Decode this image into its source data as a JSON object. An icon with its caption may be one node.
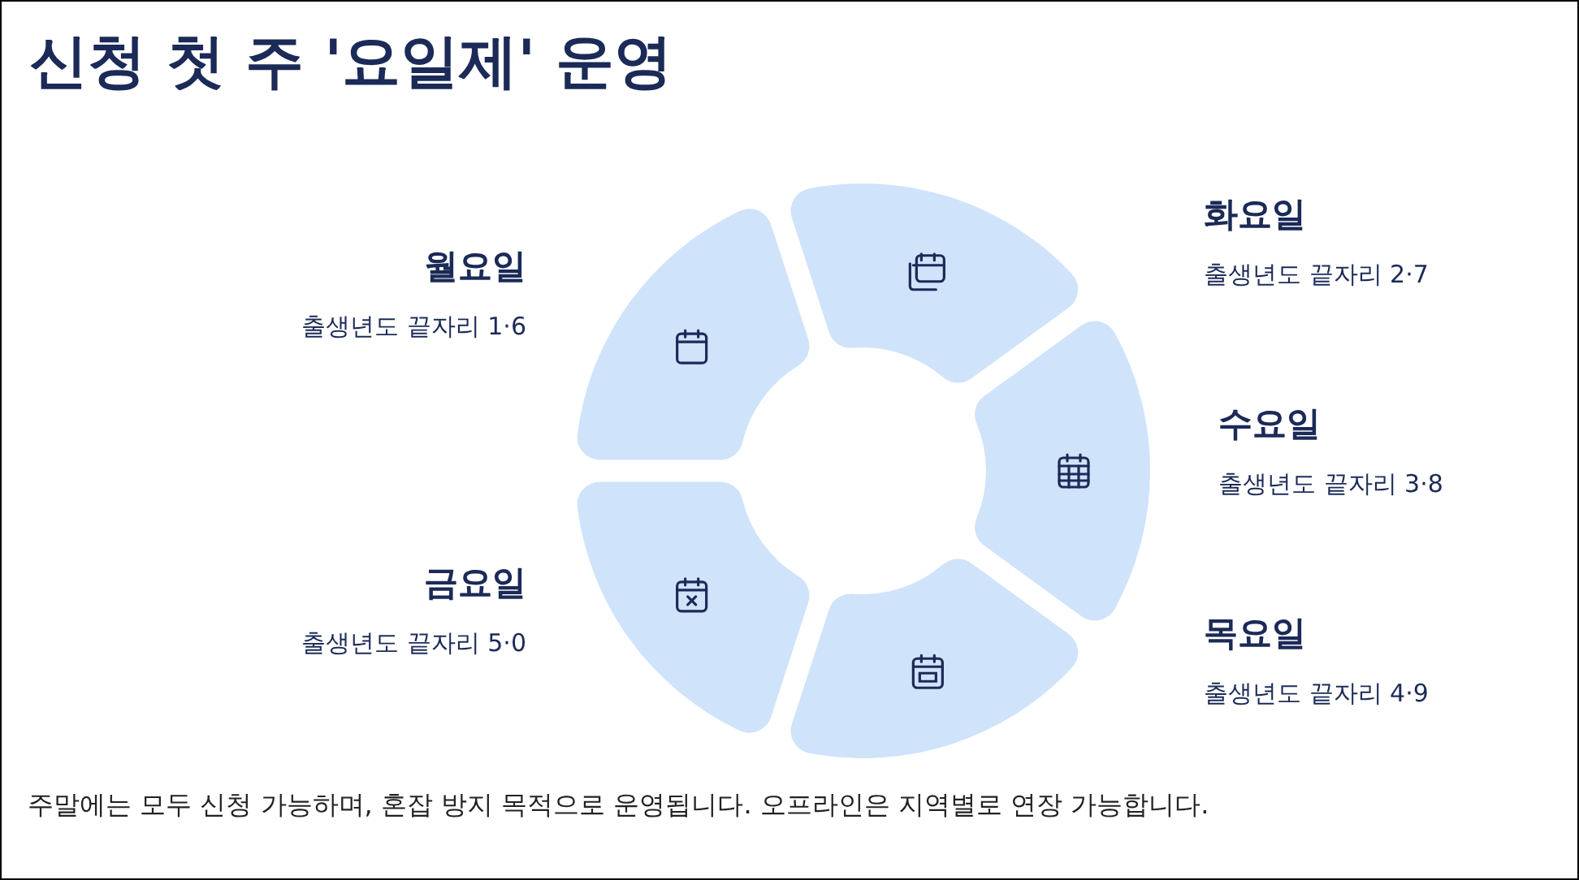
{
  "diagram": {
    "title": "신청 첫 주 '요일제' 운영",
    "nodes": [
      {
        "text": [
          "월요일",
          "출생년도 끝자리 1·6"
        ]
      },
      {
        "text": [
          "화요일",
          "출생년도 끝자리 2·7"
        ]
      },
      {
        "text": [
          "수요일",
          "출생년도 끝자리 3·8"
        ]
      },
      {
        "text": [
          "목요일",
          "출생년도 끝자리 4·9"
        ]
      },
      {
        "text": [
          "금요일",
          "출생년도 끝자리 5·0"
        ]
      }
    ],
    "caption": "주말에는 모두 신청 가능하며, 혼잡 방지 목적으로 운영됩니다. 오프라인은 지역별로 연장 가능합니다."
  }
}
